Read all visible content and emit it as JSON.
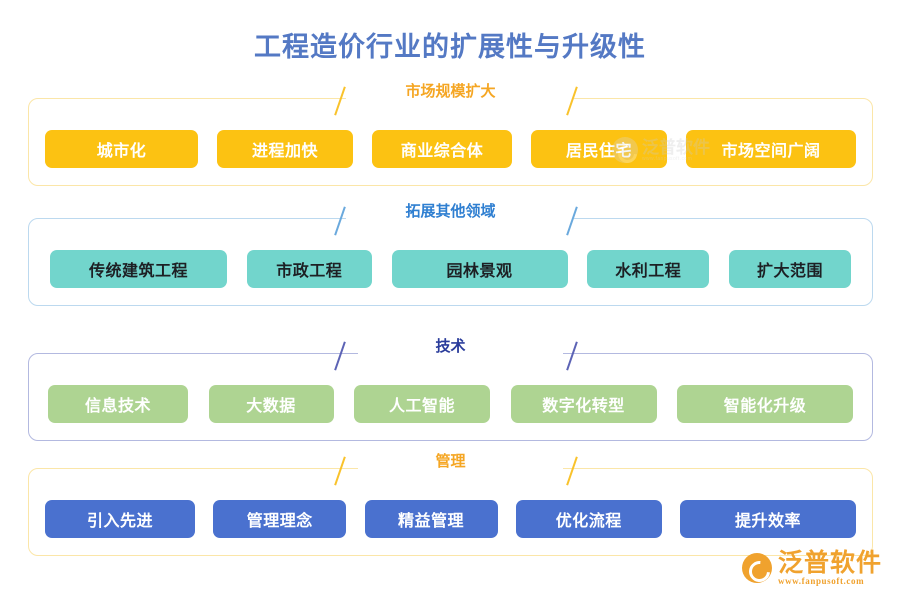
{
  "page": {
    "title": "工程造价行业的扩展性与升级性",
    "title_color": "#5479c4",
    "background": "#ffffff"
  },
  "sections": [
    {
      "id": "market-scale",
      "header": "市场规模扩大",
      "header_color": "#f5a623",
      "frame_color": "#fbe6a8",
      "tag_bg": "#fcc212",
      "tag_text_color": "#ffffff",
      "tags": [
        {
          "label": "城市化",
          "width": 153
        },
        {
          "label": "进程加快",
          "width": 136
        },
        {
          "label": "商业综合体",
          "width": 140
        },
        {
          "label": "居民住宅",
          "width": 136
        },
        {
          "label": "市场空间广阔",
          "width": 170
        }
      ]
    },
    {
      "id": "expand-other-fields",
      "header": "拓展其他领域",
      "header_color": "#2f7fd1",
      "frame_color": "#bcd9ef",
      "tag_bg": "#72d5cc",
      "tag_text_color": "#1d2024",
      "tags": [
        {
          "label": "传统建筑工程",
          "width": 177
        },
        {
          "label": "市政工程",
          "width": 125
        },
        {
          "label": "园林景观",
          "width": 176
        },
        {
          "label": "水利工程",
          "width": 122
        },
        {
          "label": "扩大范围",
          "width": 122
        }
      ]
    },
    {
      "id": "technology",
      "header": "技术",
      "header_color": "#2a3c9b",
      "frame_color": "#b3b9e0",
      "tag_bg": "#aed492",
      "tag_text_color": "#ffffff",
      "tags": [
        {
          "label": "信息技术",
          "width": 140
        },
        {
          "label": "大数据",
          "width": 125
        },
        {
          "label": "人工智能",
          "width": 136
        },
        {
          "label": "数字化转型",
          "width": 146
        },
        {
          "label": "智能化升级",
          "width": 176
        }
      ]
    },
    {
      "id": "management",
      "header": "管理",
      "header_color": "#f5a623",
      "frame_color": "#fbe6a8",
      "tag_bg": "#4a71cf",
      "tag_text_color": "#ffffff",
      "tags": [
        {
          "label": "引入先进",
          "width": 150
        },
        {
          "label": "管理理念",
          "width": 133
        },
        {
          "label": "精益管理",
          "width": 133
        },
        {
          "label": "优化流程",
          "width": 146
        },
        {
          "label": "提升效率",
          "width": 176
        }
      ]
    }
  ],
  "watermark": {
    "text": "泛普软件"
  },
  "logo": {
    "name": "泛普软件",
    "url": "www.fanpusoft.com",
    "color": "#f0a22e"
  }
}
